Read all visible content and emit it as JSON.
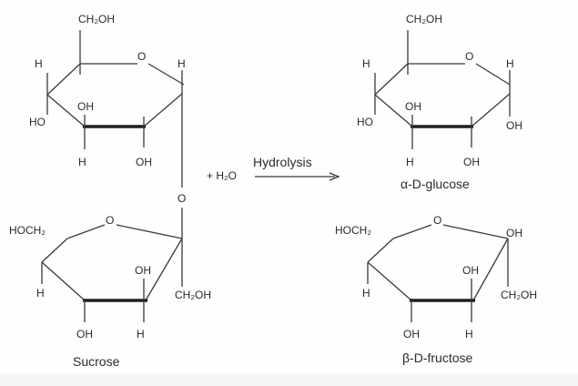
{
  "sucrose": {
    "glucose_ring": {
      "ch2oh": "CH₂OH",
      "ring_o": "O",
      "h_top_left": "H",
      "h_top_right": "H",
      "oh_inner": "OH",
      "ho_left": "HO",
      "h_bottom": "H",
      "oh_bottom": "OH"
    },
    "glycosidic_o": "O",
    "fructose_ring": {
      "hoch2": "HOCH₂",
      "ring_o": "O",
      "oh_inner": "OH",
      "ch2oh": "CH₂OH",
      "h_left": "H",
      "oh_bottom": "OH",
      "h_bottom": "H"
    },
    "caption": "Sucrose"
  },
  "reaction": {
    "reagent": "+ H₂O",
    "arrow_label": "Hydrolysis"
  },
  "glucose": {
    "ch2oh": "CH₂OH",
    "ring_o": "O",
    "h_top_left": "H",
    "h_top_right": "H",
    "oh_inner": "OH",
    "ho_left": "HO",
    "oh_right": "OH",
    "h_bottom": "H",
    "oh_bottom": "OH",
    "caption": "α-D-glucose"
  },
  "fructose": {
    "hoch2": "HOCH₂",
    "ring_o": "O",
    "oh_top_right": "OH",
    "oh_inner": "OH",
    "ch2oh": "CH₂OH",
    "h_left": "H",
    "oh_bottom": "OH",
    "h_bottom": "H",
    "caption": "β-D-fructose"
  }
}
